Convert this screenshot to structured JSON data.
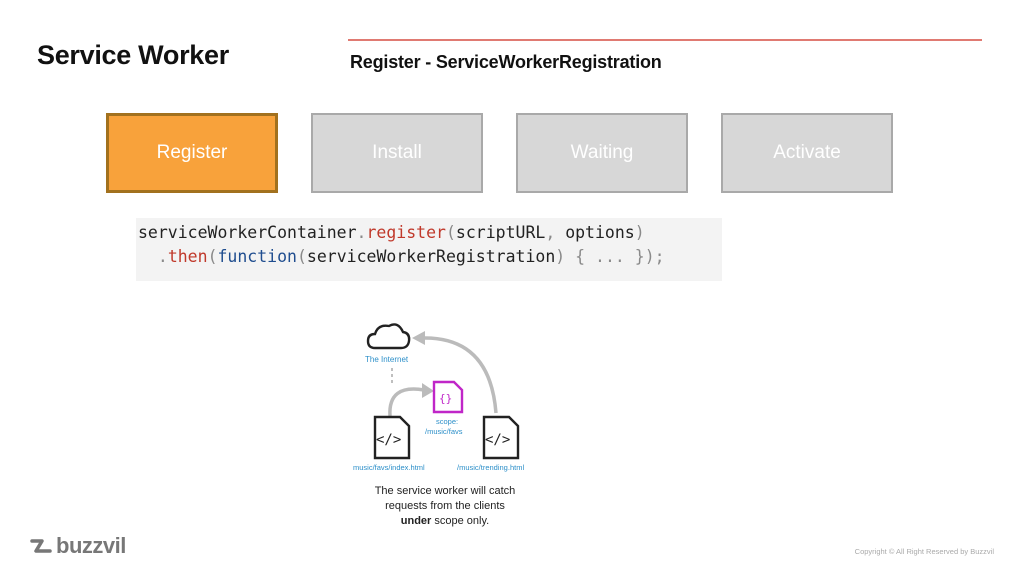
{
  "slide": {
    "title": "Service Worker",
    "subtitle": "Register - ServiceWorkerRegistration",
    "steps": [
      {
        "label": "Register",
        "active": true
      },
      {
        "label": "Install",
        "active": false
      },
      {
        "label": "Waiting",
        "active": false
      },
      {
        "label": "Activate",
        "active": false
      }
    ],
    "code": {
      "obj": "serviceWorkerContainer",
      "method1": "register",
      "args": "scriptURL",
      "arg2": "options",
      "method2": "then",
      "keyword": "function",
      "param": "serviceWorkerRegistration",
      "body": "{ ... }"
    },
    "diagram": {
      "internet_label": "The Internet",
      "scope_label1": "scope:",
      "scope_label2": "/music/favs",
      "braces": "{}",
      "tag": "</>",
      "client1": "music/favs/index.html",
      "client2": "/music/trending.html",
      "caption1": "The service worker will catch",
      "caption2": "requests from the clients",
      "caption3_bold": "under",
      "caption3_rest": " scope only."
    },
    "brand": "buzzvil",
    "copyright": "Copyright © All Right Reserved by Buzzvil",
    "colors": {
      "active_step": "#f8a23b",
      "inactive_step": "#d7d7d7",
      "accent_rule": "#e07a72",
      "scope_magenta": "#c026c8"
    }
  }
}
